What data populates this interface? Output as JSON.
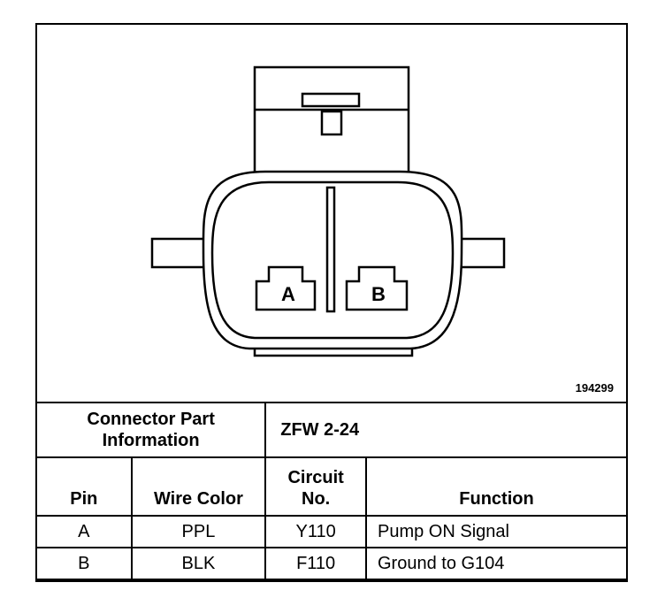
{
  "figure_id": "194299",
  "connector": {
    "pin_labels": [
      "A",
      "B"
    ]
  },
  "table": {
    "connector_part_label_line1": "Connector Part",
    "connector_part_label_line2": "Information",
    "connector_part_value": "ZFW 2-24",
    "headers": {
      "pin": "Pin",
      "wire_color": "Wire Color",
      "circuit_line1": "Circuit",
      "circuit_line2": "No.",
      "function": "Function"
    },
    "rows": [
      {
        "pin": "A",
        "wire_color": "PPL",
        "circuit": "Y110",
        "function": "Pump ON Signal"
      },
      {
        "pin": "B",
        "wire_color": "BLK",
        "circuit": "F110",
        "function": "Ground to G104"
      }
    ]
  }
}
